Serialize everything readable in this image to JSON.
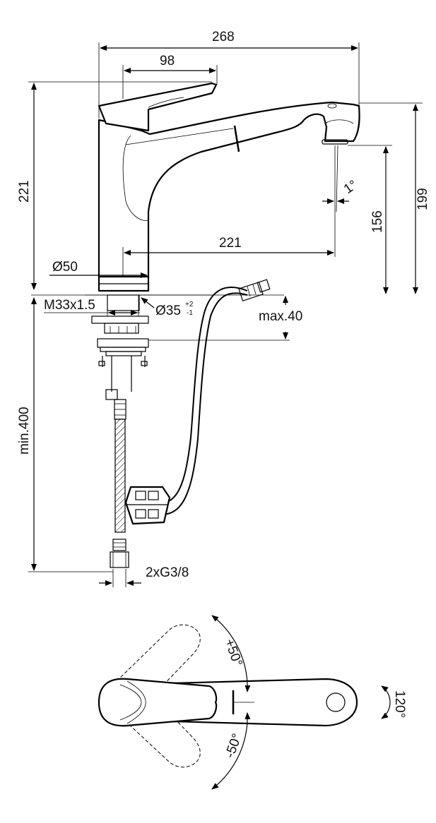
{
  "dimensions": {
    "overall_width": "268",
    "lever_reach": "98",
    "total_height": "221",
    "spout_reach": "221",
    "aerator_height": "199",
    "outlet_height": "156",
    "spout_angle": "1°",
    "base_diameter": "Ø50",
    "thread": "M33x1.5",
    "hole_diameter": "Ø35",
    "hole_tol_plus": "+2",
    "hole_tol_minus": "-1",
    "deck_thickness": "max.40",
    "hose_length": "min.400",
    "connections": "2xG3/8"
  },
  "top_view": {
    "lever_left_angle": "+50°",
    "lever_right_angle": "-50°",
    "swivel_angle": "120°"
  }
}
